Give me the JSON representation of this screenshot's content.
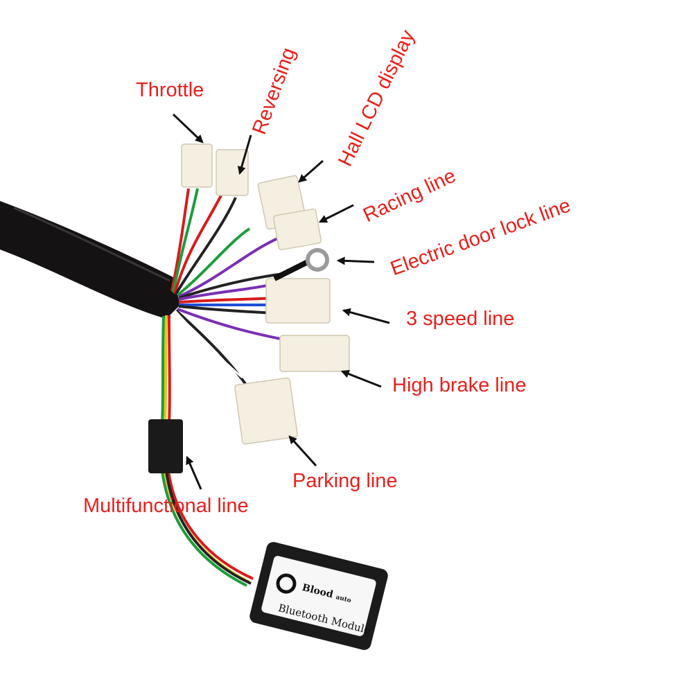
{
  "colors": {
    "label": "#e8201c",
    "arrow": "#111111",
    "sheath": "#151213",
    "connector": "#f4efe0"
  },
  "labels": {
    "throttle": "Throttle",
    "reversing": "Reversing",
    "hall_lcd": "Hall LCD display",
    "racing": "Racing line",
    "door_lock": "Electric door lock line",
    "speed3": "3 speed line",
    "high_brake": "High brake line",
    "parking": "Parking line",
    "multifunctional": "Multifunctional line"
  },
  "module": {
    "brand": "Blood",
    "brand_sub": "auto",
    "name": "Bluetooth Module"
  }
}
